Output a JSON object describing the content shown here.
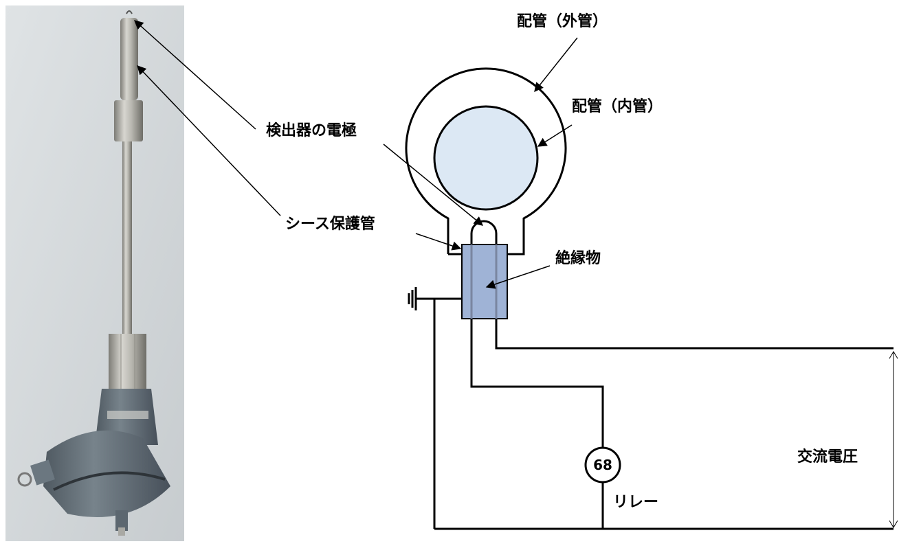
{
  "labels": {
    "outer_pipe": "配管（外管）",
    "inner_pipe": "配管（内管）",
    "electrode": "検出器の電極",
    "sheath": "シース保護管",
    "insulator": "絶縁物",
    "ac_voltage": "交流電圧",
    "relay": "リレー",
    "relay_number": "68"
  },
  "colors": {
    "inner_pipe_fill": "#dce8f4",
    "insulator_fill": "#9fb3d6",
    "sensor_body": "#6b7780",
    "sensor_metal": "#c3c3bd"
  }
}
